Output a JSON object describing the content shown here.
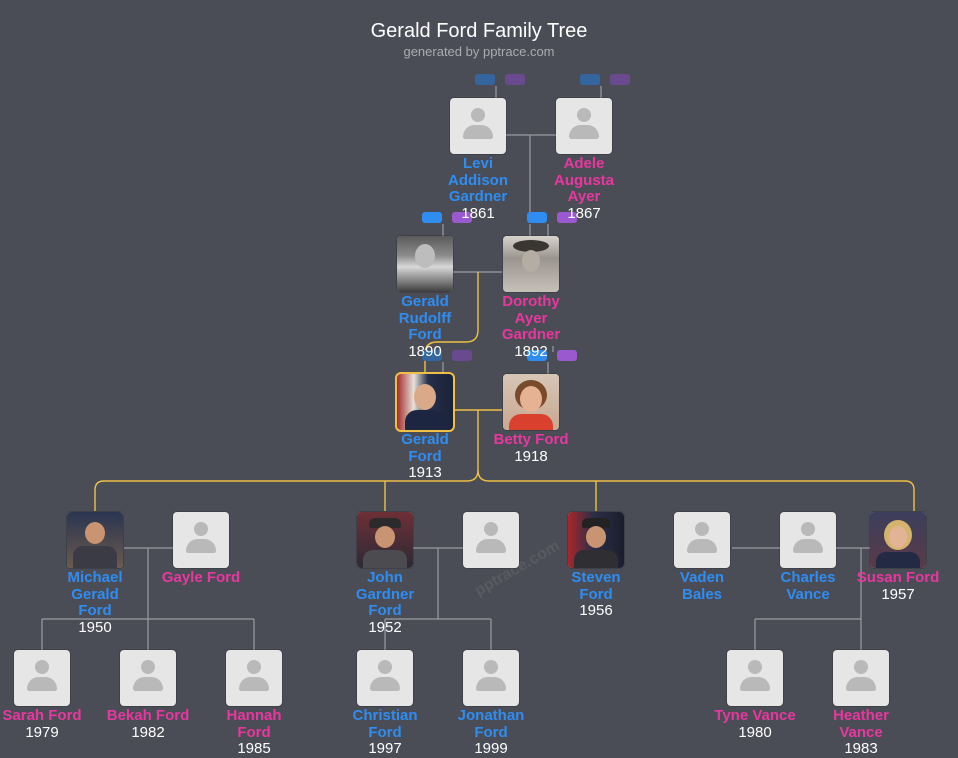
{
  "header": {
    "title": "Gerald Ford Family Tree",
    "subtitle": "generated by pptrace.com"
  },
  "watermark": "pptrace.com",
  "colors": {
    "background": "#4a4d55",
    "male": "#2f8df2",
    "female": "#e8379f",
    "line": "#9a9da3",
    "highlight_line": "#f0c044"
  },
  "people": [
    {
      "id": "levi",
      "name": "Levi\nAddison\nGardner",
      "year": "1861",
      "gender": "male",
      "photo": "placeholder"
    },
    {
      "id": "adele",
      "name": "Adele\nAugusta\nAyer",
      "year": "1867",
      "gender": "female",
      "photo": "placeholder"
    },
    {
      "id": "gerald_sr",
      "name": "Gerald\nRudolff\nFord",
      "year": "1890",
      "gender": "male",
      "photo": "bw-portrait"
    },
    {
      "id": "dorothy",
      "name": "Dorothy\nAyer\nGardner",
      "year": "1892",
      "gender": "female",
      "photo": "bw-portrait"
    },
    {
      "id": "gerald",
      "name": "Gerald\nFord",
      "year": "1913",
      "gender": "male",
      "photo": "color-portrait"
    },
    {
      "id": "betty",
      "name": "Betty Ford",
      "year": "1918",
      "gender": "female",
      "photo": "color-portrait"
    },
    {
      "id": "michael",
      "name": "Michael\nGerald\nFord",
      "year": "1950",
      "gender": "male",
      "photo": "color-portrait"
    },
    {
      "id": "gayle",
      "name": "Gayle Ford",
      "year": "",
      "gender": "female",
      "photo": "placeholder"
    },
    {
      "id": "john",
      "name": "John\nGardner\nFord",
      "year": "1952",
      "gender": "male",
      "photo": "color-portrait"
    },
    {
      "id": "john_spouse",
      "name": "",
      "year": "",
      "gender": "female",
      "photo": "placeholder"
    },
    {
      "id": "steven",
      "name": "Steven\nFord",
      "year": "1956",
      "gender": "male",
      "photo": "color-portrait"
    },
    {
      "id": "vaden",
      "name": "Vaden\nBales",
      "year": "",
      "gender": "male",
      "photo": "placeholder"
    },
    {
      "id": "charles",
      "name": "Charles\nVance",
      "year": "",
      "gender": "male",
      "photo": "placeholder"
    },
    {
      "id": "susan",
      "name": "Susan Ford",
      "year": "1957",
      "gender": "female",
      "photo": "color-portrait"
    },
    {
      "id": "sarah",
      "name": "Sarah Ford",
      "year": "1979",
      "gender": "female",
      "photo": "placeholder"
    },
    {
      "id": "bekah",
      "name": "Bekah Ford",
      "year": "1982",
      "gender": "female",
      "photo": "placeholder"
    },
    {
      "id": "hannah",
      "name": "Hannah\nFord",
      "year": "1985",
      "gender": "female",
      "photo": "placeholder"
    },
    {
      "id": "christian",
      "name": "Christian\nFord",
      "year": "1997",
      "gender": "male",
      "photo": "placeholder"
    },
    {
      "id": "jonathan",
      "name": "Jonathan\nFord",
      "year": "1999",
      "gender": "male",
      "photo": "placeholder"
    },
    {
      "id": "tyne",
      "name": "Tyne Vance",
      "year": "1980",
      "gender": "female",
      "photo": "placeholder"
    },
    {
      "id": "heather",
      "name": "Heather\nVance",
      "year": "1983",
      "gender": "female",
      "photo": "placeholder"
    }
  ]
}
